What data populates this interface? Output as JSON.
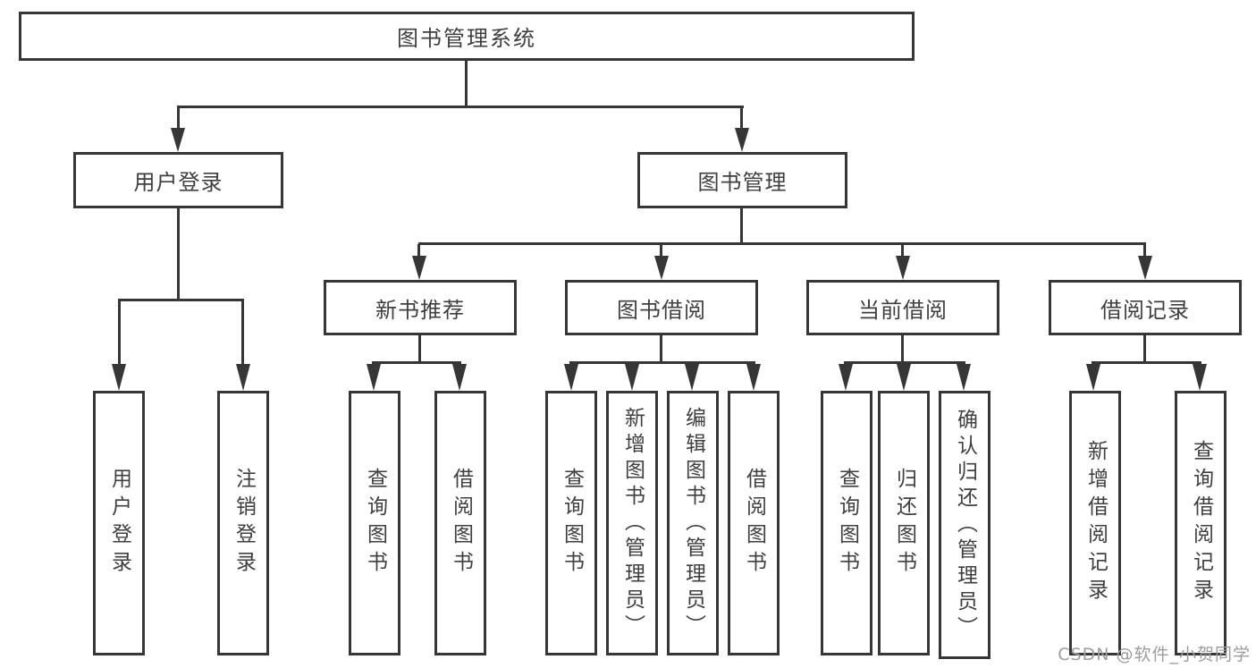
{
  "diagram": {
    "title_node": {
      "label": "图书管理系统"
    },
    "level2": [
      {
        "label": "用户登录"
      },
      {
        "label": "图书管理"
      }
    ],
    "level3": [
      {
        "label": "新书推荐"
      },
      {
        "label": "图书借阅"
      },
      {
        "label": "当前借阅"
      },
      {
        "label": "借阅记录"
      }
    ],
    "level4": [
      {
        "label": "用户登录"
      },
      {
        "label": "注销登录"
      },
      {
        "label": "查询图书"
      },
      {
        "label": "借阅图书"
      },
      {
        "label": "查询图书"
      },
      {
        "label": "新增图书（管理员）"
      },
      {
        "label": "编辑图书（管理员）"
      },
      {
        "label": "借阅图书"
      },
      {
        "label": "查询图书"
      },
      {
        "label": "归还图书"
      },
      {
        "label": "确认归还（管理员）"
      },
      {
        "label": "新增借阅记录"
      },
      {
        "label": "查询借阅记录"
      }
    ]
  },
  "watermark": {
    "text": "CSDN @软件_小贺同学"
  },
  "colors": {
    "line": "#363636",
    "text": "#3f3f3f",
    "watermark": "#9d9d9d",
    "background": "#ffffff"
  }
}
